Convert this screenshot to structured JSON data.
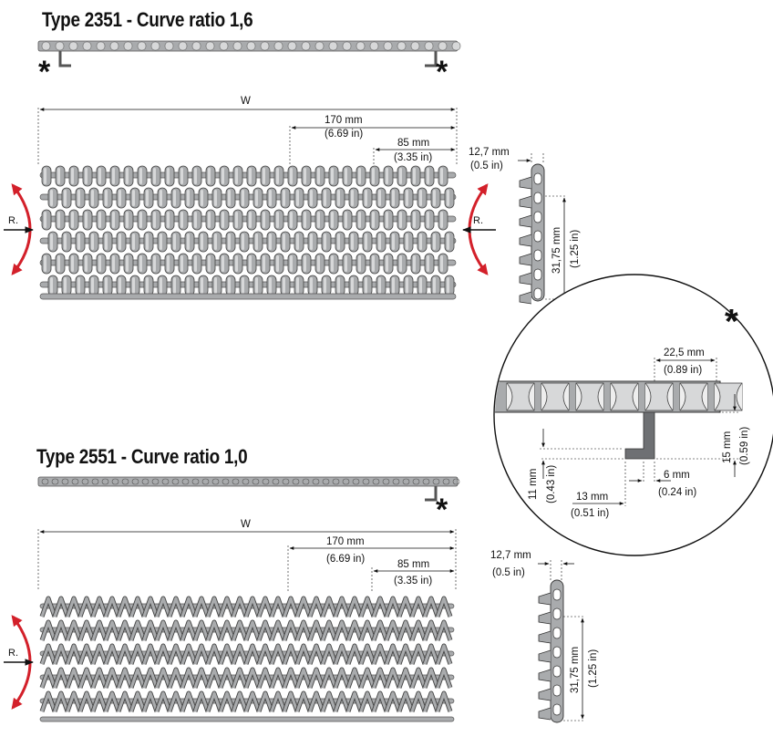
{
  "colors": {
    "belt": "#a9abad",
    "belt_dark": "#6e7073",
    "belt_light": "#d7d8d9",
    "arrow_red": "#d3202a",
    "line": "#111111"
  },
  "asterisk": "*",
  "belt_2351": {
    "title": "Type 2351 - Curve ratio 1,6",
    "width_label": "W",
    "dim_170": {
      "mm": "170 mm",
      "in": "(6.69 in)"
    },
    "dim_85": {
      "mm": "85 mm",
      "in": "(3.35 in)"
    },
    "radius_label": "R.",
    "side_view": {
      "pitch": {
        "mm": "12,7 mm",
        "in": "(0.5 in)"
      },
      "height": {
        "mm": "31,75 mm",
        "in": "(1.25 in)"
      }
    }
  },
  "detail": {
    "dim_22_5": {
      "mm": "22,5 mm",
      "in": "(0.89 in)"
    },
    "dim_15": {
      "mm": "15 mm",
      "in": "(0.59 in)"
    },
    "dim_11": {
      "mm": "11 mm",
      "in": "(0.43 in)"
    },
    "dim_6": {
      "mm": "6 mm",
      "in": "(0.24 in)"
    },
    "dim_13": {
      "mm": "13 mm",
      "in": "(0.51 in)"
    }
  },
  "belt_2551": {
    "title": "Type 2551 - Curve ratio 1,0",
    "width_label": "W",
    "dim_170": {
      "mm": "170 mm",
      "in": "(6.69 in)"
    },
    "dim_85": {
      "mm": "85 mm",
      "in": "(3.35 in)"
    },
    "radius_label": "R.",
    "side_view": {
      "pitch": {
        "mm": "12,7 mm",
        "in": "(0.5 in)"
      },
      "height": {
        "mm": "31,75 mm",
        "in": "(1.25 in)"
      }
    }
  }
}
